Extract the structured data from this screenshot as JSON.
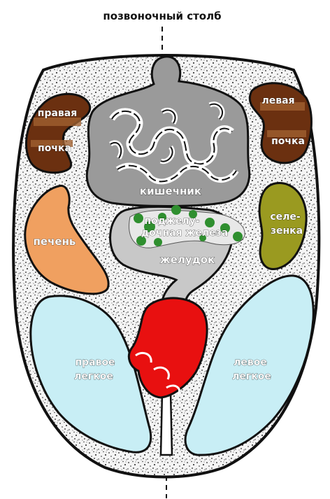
{
  "diagram": {
    "title": "позвоночный столб",
    "labels": {
      "intestine": "кишечник",
      "pancreas_line1": "поджелу-",
      "pancreas_line2": "дочная железа",
      "stomach": "желудок",
      "right_kidney_line1": "правая",
      "right_kidney_line2": "почка",
      "left_kidney_line1": "левая",
      "left_kidney_line2": "почка",
      "liver": "печень",
      "spleen_line1": "селе-",
      "spleen_line2": "зенка",
      "right_lung_line1": "правое",
      "right_lung_line2": "легкое",
      "left_lung_line1": "левое",
      "left_lung_line2": "легкое"
    },
    "colors": {
      "body_fill": "#f3f3f3",
      "outline": "#111111",
      "intestine": "#9a9a9a",
      "stomach": "#c8c8c8",
      "pancreas": "#2f8f2f",
      "kidney": "#6b3010",
      "kidney_light": "#a06030",
      "liver": "#f0a060",
      "spleen": "#9a9a20",
      "lung": "#c8eef5",
      "heart": "#e81010"
    }
  }
}
